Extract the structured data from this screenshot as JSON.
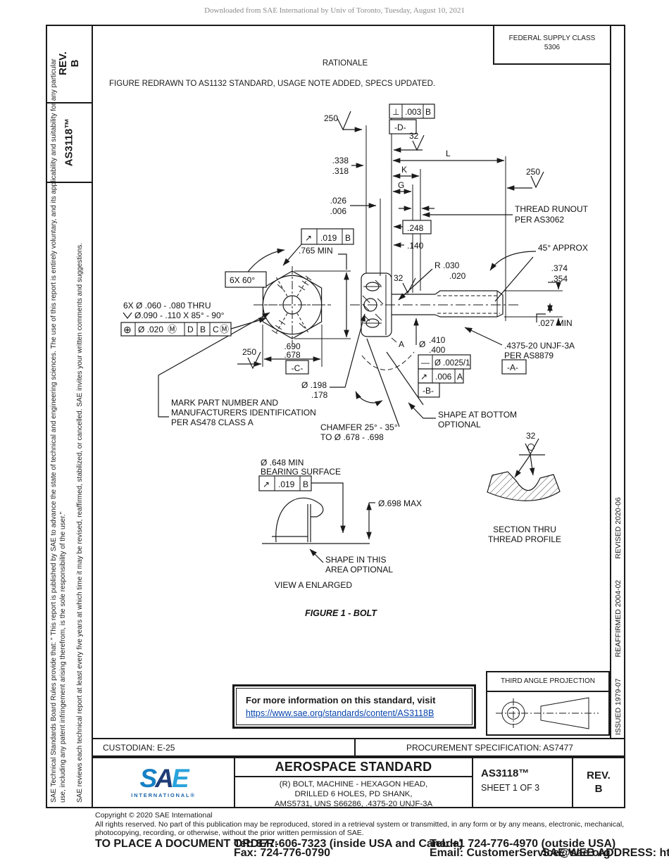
{
  "page": {
    "downloaded_note": "Downloaded from SAE International by Univ of Toronto, Tuesday, August 10, 2021"
  },
  "sidebar_left": {
    "rev_label": "REV.",
    "rev_value": "B",
    "doc_number": "AS3118™",
    "legal_1": "SAE Technical Standards Board Rules provide that: \" This report is published by SAE to advance the state of technical and engineering sciences. The use of this report is entirely voluntary, and its applicability and suitability for any particular use, including any patent infringement arising therefrom, is the sole responsibility of the user.\"",
    "legal_2": "SAE reviews each technical report at least every five years at which time it may be revised, reaffirmed, stabilized, or cancelled. SAE invites your written comments and suggestions."
  },
  "header": {
    "federal_supply_class": "FEDERAL SUPPLY CLASS",
    "federal_supply_class_value": "5306",
    "rationale_title": "RATIONALE",
    "rationale_text": "FIGURE REDRAWN TO AS1132 STANDARD, USAGE NOTE ADDED, SPECS UPDATED."
  },
  "sidebar_right": {
    "issued": "ISSUED 1979-07",
    "reaffirmed": "REAFFIRMED 2004-02",
    "revised": "REVISED 2020-06"
  },
  "drawing": {
    "fin_250_top": "250",
    "fin_250_right": "250",
    "fin_250_head": "250",
    "fin_32_top": "32",
    "fin_32_shank": "32",
    "fin_32_thread": "32",
    "frame_perp": {
      "sym": "⊥",
      "tol": ".003",
      "datum": "B"
    },
    "datum_d": "-D-",
    "datum_c": "-C-",
    "datum_b": "-B-",
    "datum_a": "-A-",
    "dim_L": "L",
    "dim_K": "K",
    "dim_G": "G",
    "dim_338": ".338",
    "dim_318": ".318",
    "dim_026": ".026",
    "dim_006": ".006",
    "dim_248": ".248",
    "dim_140": ".140",
    "note_runout1": "THREAD RUNOUT",
    "note_runout2": "PER AS3062",
    "note_45": "45° APPROX",
    "dim_374": ".374",
    "dim_354": ".354",
    "dim_r1": "R .030",
    "dim_r2": ".020",
    "box_6x60": "6X 60°",
    "dim_765": ".765 MIN",
    "frame_runout_head": {
      "sym": "↗",
      "tol": ".019",
      "datum": "B"
    },
    "note_holes1": "6X Ø .060 - .080 THRU",
    "note_holes2": "Ø.090 - .110 X 85° - 90°",
    "frame_pos": {
      "sym": "⊕",
      "tol": "Ø .020",
      "m1": "Ⓜ",
      "d1": "D",
      "d2": "B",
      "d3": "C",
      "m2": "Ⓜ"
    },
    "dim_690": ".690",
    "dim_678": ".678",
    "dia_198": "Ø .198",
    "dia_178": ".178",
    "note_mark1": "MARK PART NUMBER AND",
    "note_mark2": "MANUFACTURERS IDENTIFICATION",
    "note_mark3": "PER AS478 CLASS A",
    "dia_410_sym": "Ø",
    "dim_410": ".410",
    "dim_400": ".400",
    "frame_straight": {
      "sym": "—",
      "tol": "Ø .0025/1"
    },
    "frame_runout_shank": {
      "sym": "↗",
      "tol": ".006",
      "datum": "A"
    },
    "dim_027": ".027 MIN",
    "note_thread1": ".4375-20 UNJF-3A",
    "note_thread2": "PER AS8879",
    "label_a": "A",
    "note_shape_bottom1": "SHAPE AT BOTTOM",
    "note_shape_bottom2": "OPTIONAL",
    "note_chamfer1": "CHAMFER 25° - 35°",
    "note_chamfer2": "TO Ø .678 - .698",
    "note_bearing1": "Ø .648 MIN",
    "note_bearing2": "BEARING SURFACE",
    "frame_runout_bearing": {
      "sym": "↗",
      "tol": ".019",
      "datum": "B"
    },
    "dia_698": "Ø.698 MAX",
    "note_shape_area1": "SHAPE IN THIS",
    "note_shape_area2": "AREA OPTIONAL",
    "view_a_caption": "VIEW A ENLARGED",
    "figure_caption": "FIGURE 1 - BOLT",
    "section_caption1": "SECTION THRU",
    "section_caption2": "THREAD PROFILE"
  },
  "info_box": {
    "line1": "For more information on this standard, visit",
    "link": "https://www.sae.org/standards/content/AS3118B"
  },
  "projection": {
    "title": "THIRD ANGLE PROJECTION"
  },
  "custodian_row": {
    "custodian": "CUSTODIAN: E-25",
    "procurement": "PROCUREMENT SPECIFICATION: AS7477"
  },
  "title_block": {
    "logo_s": "S",
    "logo_a": "A",
    "logo_e": "E",
    "logo_sub": "INTERNATIONAL®",
    "title": "AEROSPACE STANDARD",
    "description_line1": "(R) BOLT, MACHINE - HEXAGON HEAD,",
    "description_line2": "DRILLED 6 HOLES, PD SHANK,",
    "description_line3": "AMS5731, UNS S66286, .4375-20 UNJF-3A",
    "doc_number": "AS3118™",
    "sheet": "SHEET 1 OF 3",
    "rev_label": "REV.",
    "rev_value": "B"
  },
  "footer": {
    "copyright": "Copyright © 2020 SAE International",
    "rights": "All rights reserved. No part of this publication may be reproduced, stored in a retrieval system or transmitted, in any form or by any means, electronic, mechanical, photocopying, recording, or otherwise, without the prior written permission of SAE.",
    "order_label": "TO PLACE A DOCUMENT ORDER:",
    "tel1": "Tel: 877-606-7323 (inside USA and Canada)",
    "tel2": "Tel: +1 724-776-4970 (outside USA)",
    "fax": "Fax: 724-776-0790",
    "email": "Email: CustomerService@sae.org",
    "web": "SAE WEB ADDRESS: http://www.sae.org"
  }
}
